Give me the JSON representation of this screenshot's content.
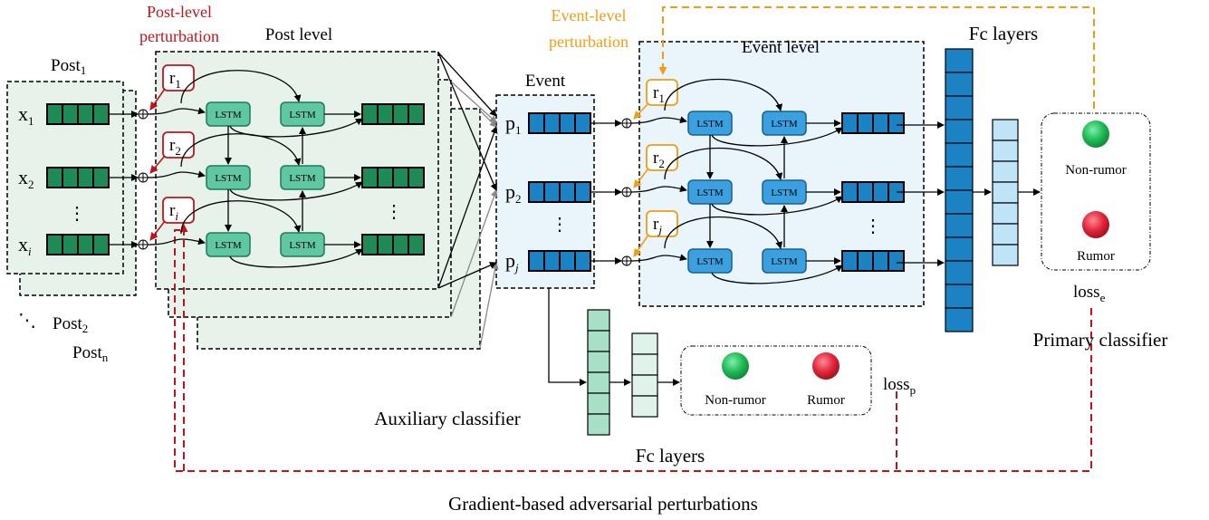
{
  "colors": {
    "post_green": "#1e8a56",
    "event_blue": "#1b82c4",
    "light_blue": "#bfe3f7",
    "light_green": "#a8e0c6",
    "post_level_red": "#c0141c",
    "event_level_orange": "#f39c12",
    "gradient_red": "#c0141c",
    "non_rumor": "#1db954",
    "rumor": "#e0243a"
  },
  "labels": {
    "post1": "Post",
    "post1_sub": "1",
    "post2": "Post",
    "post2_sub": "2",
    "postn": "Post",
    "postn_sub": "n",
    "post_level_perturbation_1": "Post-level",
    "post_level_perturbation_2": "perturbation",
    "post_level": "Post level",
    "event": "Event",
    "event_level_perturbation_1": "Event-level",
    "event_level_perturbation_2": "perturbation",
    "event_level": "Event level",
    "fc_layers_top": "Fc layers",
    "fc_layers_bottom": "Fc layers",
    "non_rumor": "Non-rumor",
    "rumor": "Rumor",
    "loss_e": "loss",
    "loss_e_sub": "e",
    "loss_p": "loss",
    "loss_p_sub": "p",
    "primary_classifier": "Primary classifier",
    "auxiliary_classifier": "Auxiliary classifier",
    "gradient": "Gradient-based adversarial perturbations",
    "lstm": "LSTM",
    "x": "x",
    "x1_sub": "1",
    "x2_sub": "2",
    "xi_sub": "i",
    "p": "p",
    "p1_sub": "1",
    "p2_sub": "2",
    "pj_sub": "j",
    "r": "r",
    "r1_sub": "1",
    "r2_sub": "2",
    "ri_sub": "i",
    "rj_sub": "j",
    "vdots": "⋮",
    "ddots": "⋱"
  }
}
